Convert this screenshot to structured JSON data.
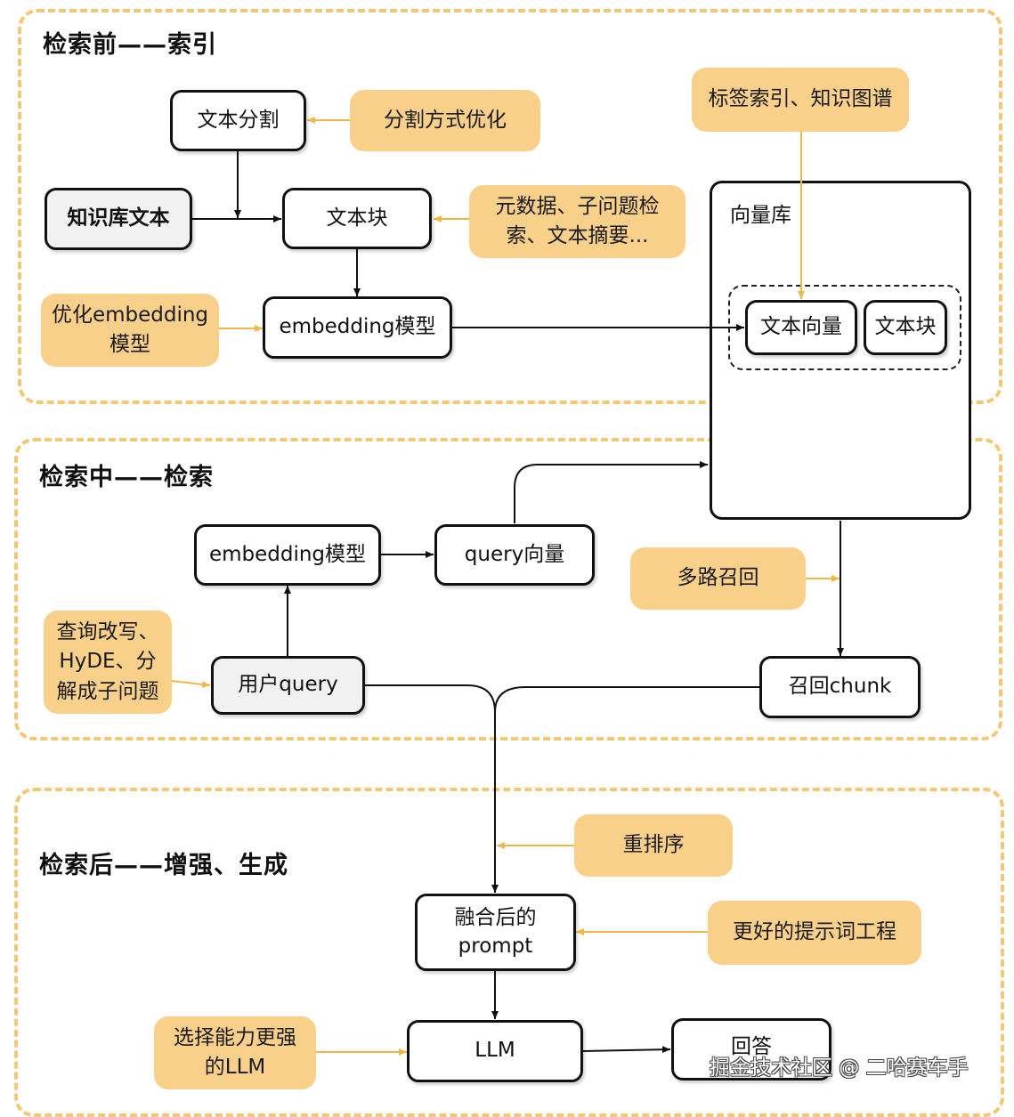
{
  "sections": {
    "index": {
      "title": "检索前——索引"
    },
    "retrieval": {
      "title": "检索中——检索"
    },
    "generation": {
      "title": "检索后——增强、生成"
    }
  },
  "nodes": {
    "text_split": "文本分割",
    "knowledge_text": "知识库文本",
    "text_chunk": "文本块",
    "embedding_model_index": "embedding模型",
    "vector_db": "向量库",
    "text_vector": "文本向量",
    "db_text_chunk": "文本块",
    "embedding_model_query": "embedding模型",
    "query_vector": "query向量",
    "user_query": "用户query",
    "recall_chunk": "召回chunk",
    "fused_prompt": "融合后的\nprompt",
    "llm": "LLM",
    "answer": "回答"
  },
  "optimizations": {
    "split_method": "分割方式优化",
    "tag_index": "标签索引、知识图谱",
    "metadata": "元数据、子问题检\n索、文本摘要...",
    "optimize_embedding": "优化embedding\n模型",
    "multi_recall": "多路召回",
    "query_rewrite": "查询改写、\nHyDE、分\n解成子问题",
    "rerank": "重排序",
    "prompt_engineering": "更好的提示词工程",
    "stronger_llm": "选择能力更强\n的LLM"
  },
  "watermark": "掘金技术社区 @ 二哈赛车手",
  "colors": {
    "accent": "#f8d08a",
    "dashed_border": "#f2c877",
    "line": "#111111",
    "accent_line": "#f0b84a"
  }
}
